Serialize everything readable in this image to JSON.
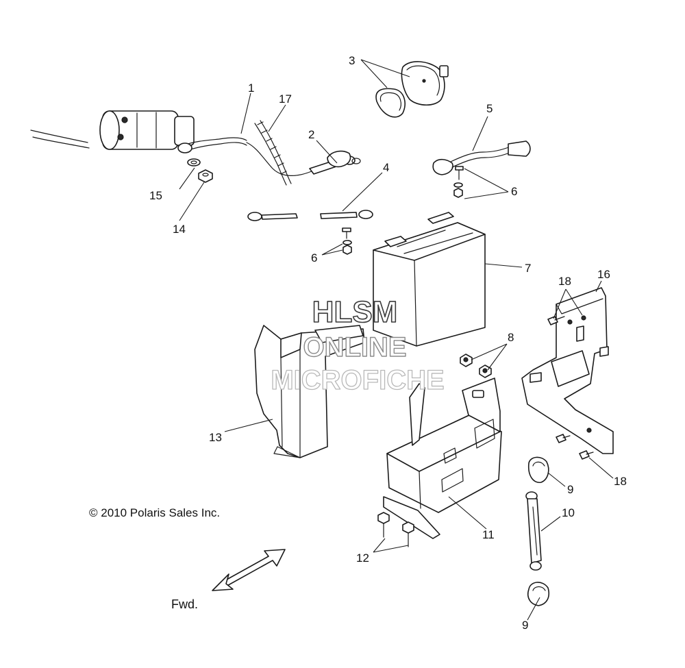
{
  "copyright": "© 2010 Polaris Sales Inc.",
  "direction_label": "Fwd.",
  "watermark": {
    "line1": "HLSM",
    "line2": "ONLINE",
    "line3": "MICROFICHE"
  },
  "callouts": {
    "c1": "1",
    "c2": "2",
    "c3": "3",
    "c4": "4",
    "c5": "5",
    "c6a": "6",
    "c6b": "6",
    "c7": "7",
    "c8": "8",
    "c9a": "9",
    "c9b": "9",
    "c10": "10",
    "c11": "11",
    "c12": "12",
    "c13": "13",
    "c14": "14",
    "c15": "15",
    "c16": "16",
    "c17": "17",
    "c18a": "18",
    "c18b": "18"
  }
}
